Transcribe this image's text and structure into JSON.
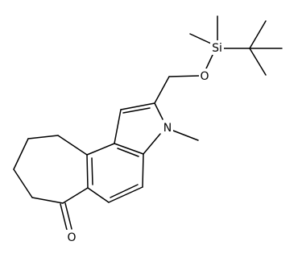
{
  "molecule": {
    "atoms": {
      "silicon": "Si",
      "oxygen_ether": "O",
      "nitrogen": "N",
      "oxygen_ketone": "O"
    }
  },
  "colors": {
    "bond": "#000000",
    "background": "#ffffff"
  }
}
